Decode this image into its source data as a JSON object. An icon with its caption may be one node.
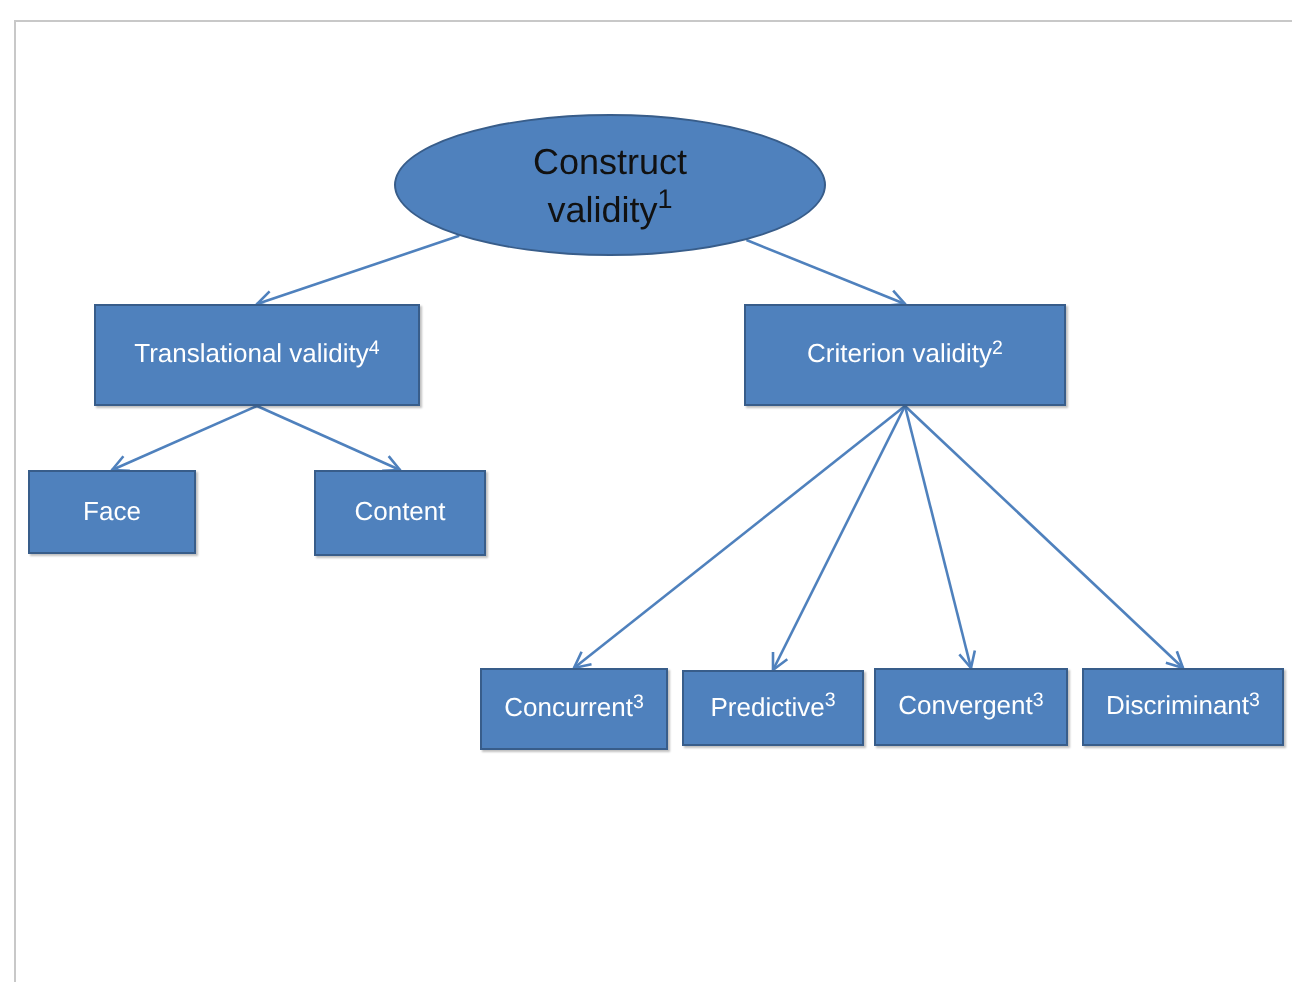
{
  "diagram": {
    "nodes": [
      {
        "text": [
          "Construct validity$^{1}$"
        ]
      },
      {
        "text": [
          "Translational validity$^{4}$"
        ]
      },
      {
        "text": [
          "Criterion validity$^{2}$"
        ]
      },
      {
        "text": [
          "Face"
        ]
      },
      {
        "text": [
          "Content"
        ]
      },
      {
        "text": [
          "Concurrent$^{3}$"
        ]
      },
      {
        "text": [
          "Predictive$^{3}$"
        ]
      },
      {
        "text": [
          "Convergent$^{3}$"
        ]
      },
      {
        "text": [
          "Discriminant$^{3}$"
        ]
      }
    ],
    "edges": [
      {
        "from": 0,
        "to": 1,
        "arrow": "to"
      },
      {
        "from": 0,
        "to": 2,
        "arrow": "to"
      },
      {
        "from": 1,
        "to": 3,
        "arrow": "to"
      },
      {
        "from": 1,
        "to": 4,
        "arrow": "to"
      },
      {
        "from": 2,
        "to": 5,
        "arrow": "to"
      },
      {
        "from": 2,
        "to": 6,
        "arrow": "to"
      },
      {
        "from": 2,
        "to": 7,
        "arrow": "to"
      },
      {
        "from": 2,
        "to": 8,
        "arrow": "to"
      }
    ]
  }
}
